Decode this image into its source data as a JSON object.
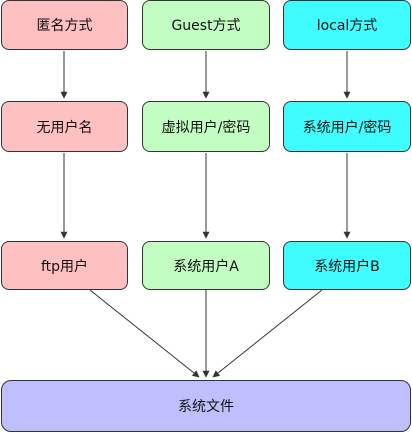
{
  "nodes": {
    "anon_method": "匿名方式",
    "guest_method": "Guest方式",
    "local_method": "local方式",
    "no_username": "无用户名",
    "virtual_user": "虚拟用户/密码",
    "system_user_pwd": "系统用户/密码",
    "ftp_user": "ftp用户",
    "system_user_a": "系统用户A",
    "system_user_b": "系统用户B",
    "system_files": "系统文件"
  },
  "colors": {
    "pink": "#ffc0c2",
    "green": "#c2fec2",
    "cyan": "#3ffdfe",
    "purple": "#bfbffe",
    "border": "#333333"
  }
}
